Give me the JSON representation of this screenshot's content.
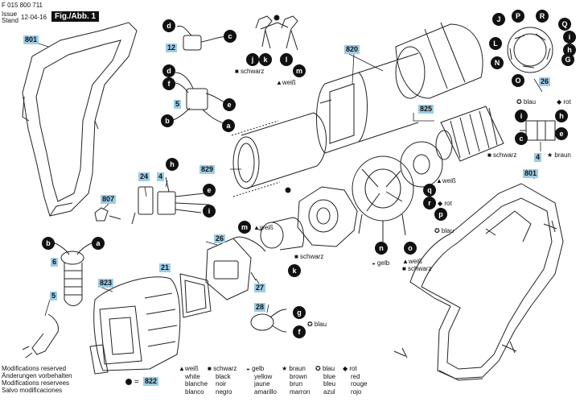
{
  "header": {
    "doc_number": "F 015 800 711",
    "issue_label_1": "Issue",
    "issue_label_2": "Stand",
    "issue_date": "12-04-16",
    "fig_label": "Fig./Abb. 1"
  },
  "part_numbers": {
    "p801a": "801",
    "p12": "12",
    "p5a": "5",
    "p807": "807",
    "p6": "6",
    "p5b": "5",
    "p823": "823",
    "p21": "21",
    "p24": "24",
    "p4a": "4",
    "p26a": "26",
    "p27": "27",
    "p28": "28",
    "p829": "829",
    "p820": "820",
    "p825": "825",
    "p26b": "26",
    "p4b": "4",
    "p801b": "801",
    "p822": "822"
  },
  "callouts": {
    "d1": "d",
    "c1": "c",
    "d2": "d",
    "f1": "f",
    "e1": "e",
    "b1": "b",
    "a1": "a",
    "j1": "j",
    "k1": "k",
    "l1": "l",
    "m1": "m",
    "b2": "b",
    "a2": "a",
    "h1": "h",
    "e2": "e",
    "i1": "i",
    "m2": "m",
    "k2": "k",
    "g1": "g",
    "f2": "f",
    "q1": "q",
    "r1": "r",
    "p1": "p",
    "n1": "n",
    "o1": "o",
    "i2": "i",
    "c2": "c",
    "h2": "h",
    "e3": "e",
    "rJ": "J",
    "rP": "P",
    "rR": "R",
    "rQ": "Q",
    "rL": "L",
    "ri": "i",
    "rh": "h",
    "rN": "N",
    "rO": "O",
    "rG": "G"
  },
  "annotations": {
    "schwarz_jk": "■ schwarz",
    "weiss_lm": "▲weiß",
    "weiss_m2": "▲weiß",
    "schwarz_k2": "■ schwarz",
    "weiss_q": "▲weiß",
    "rot_r": "◆ rot",
    "blau_p": "✪ blau",
    "gelb_n": "◒ gelb",
    "weiss_o": "▲weiß",
    "schwarz_o": "■ schwarz",
    "blau_g": "✪ blau",
    "blau_top": "✪ blau",
    "rot_top": "◆ rot",
    "schwarz_c": "■ schwarz",
    "braun_e": "★ braun",
    "eq822": "● ="
  },
  "modifications": [
    "Modifications reserved",
    "Änderungen vorbehalten",
    "Modifications reservees",
    "Salvo modificaciones"
  ],
  "color_legend": [
    {
      "symbol": "▲",
      "lines": [
        "weiß",
        "white",
        "blanche",
        "blanco"
      ]
    },
    {
      "symbol": "■",
      "lines": [
        "schwarz",
        "black",
        "noir",
        "negro"
      ]
    },
    {
      "symbol": "◒",
      "lines": [
        "gelb",
        "yellow",
        "jaune",
        "amarillo"
      ]
    },
    {
      "symbol": "★",
      "lines": [
        "braun",
        "brown",
        "brun",
        "marron"
      ]
    },
    {
      "symbol": "✪",
      "lines": [
        "blau",
        "blue",
        "bleu",
        "azul"
      ]
    },
    {
      "symbol": "◆",
      "lines": [
        "rot",
        "red",
        "rouge",
        "rojo"
      ]
    }
  ]
}
